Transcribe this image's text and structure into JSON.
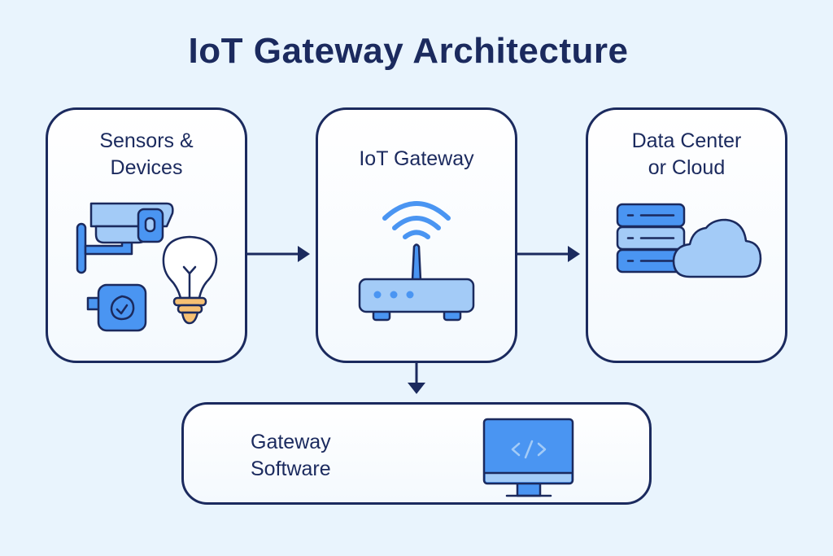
{
  "title": "IoT Gateway Architecture",
  "nodes": {
    "sensors": {
      "line1": "Sensors &",
      "line2": "Devices",
      "icons": [
        "security-camera-icon",
        "leaf-sensor-icon",
        "lightbulb-icon"
      ]
    },
    "gateway": {
      "line1": "IoT Gateway",
      "icons": [
        "wifi-router-icon"
      ]
    },
    "cloud": {
      "line1": "Data Center",
      "line2": "or Cloud",
      "icons": [
        "server-rack-icon",
        "cloud-icon"
      ]
    },
    "software": {
      "line1": "Gateway",
      "line2": "Software",
      "icons": [
        "monitor-code-icon"
      ]
    }
  },
  "edges": [
    {
      "from": "sensors",
      "to": "gateway"
    },
    {
      "from": "gateway",
      "to": "cloud"
    },
    {
      "from": "gateway",
      "to": "software"
    }
  ],
  "colors": {
    "background": "#e9f4fd",
    "outline": "#1b2a5e",
    "accent_blue": "#4a95f2",
    "light_blue": "#a3cbf7",
    "bulb_base": "#f6c073"
  }
}
